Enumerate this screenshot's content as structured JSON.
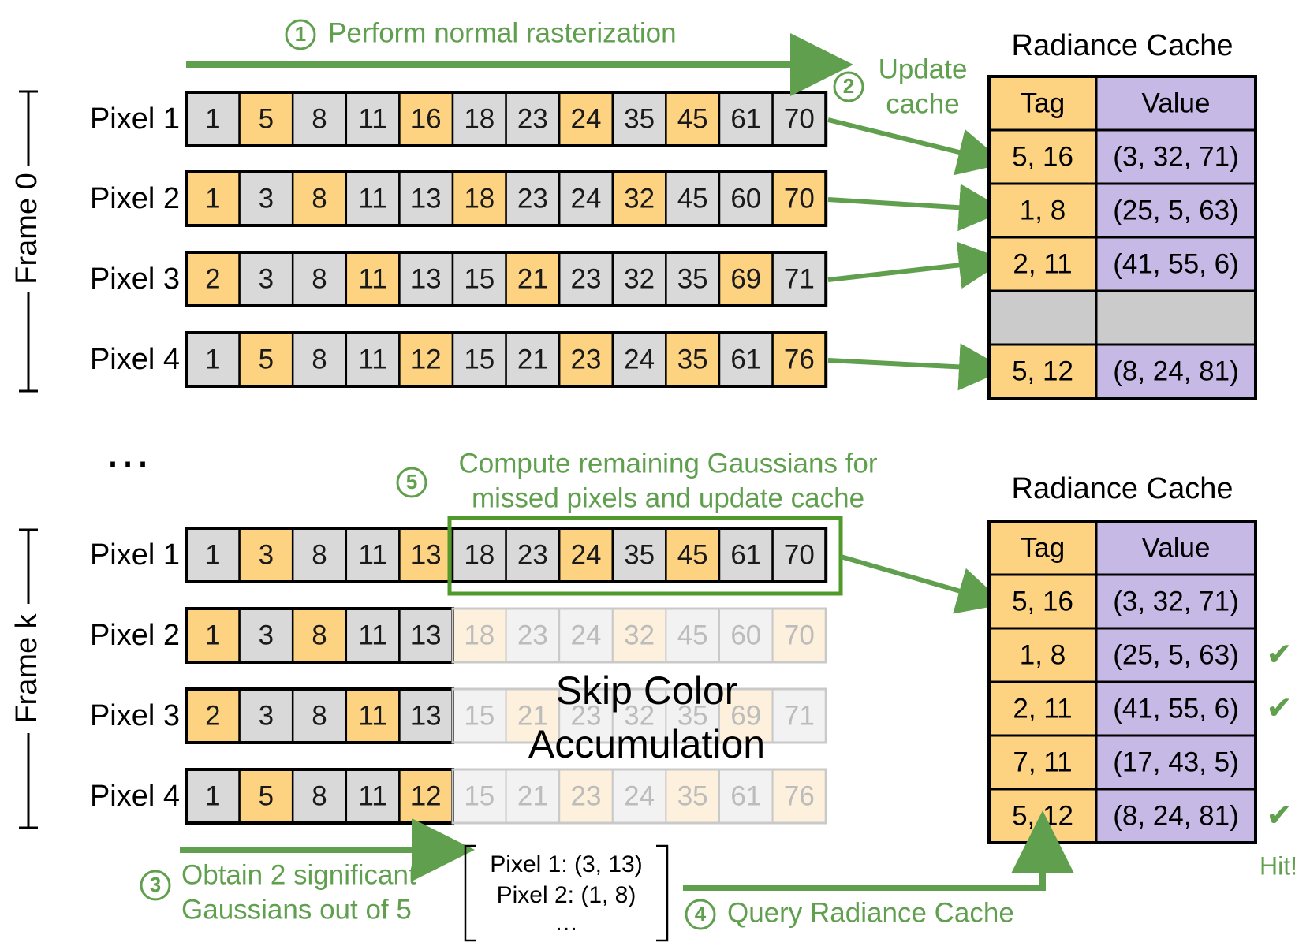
{
  "colors": {
    "highlight": "#fdd381",
    "normal": "#d9d9d9",
    "value": "#c6b9e6",
    "empty": "#cbcbcb",
    "accent": "#5f9f4d",
    "box": "#4f9a2a",
    "faded_highlight": "#fdf0dc",
    "faded_normal": "#f2f2f2",
    "faded_text": "#bcbcbc",
    "check": "#5f9f4d"
  },
  "frame0": {
    "label": "Frame 0",
    "rows": [
      {
        "label": "Pixel 1",
        "cells": [
          1,
          5,
          8,
          11,
          16,
          18,
          23,
          24,
          35,
          45,
          61,
          70
        ],
        "highlight": [
          1,
          4,
          7,
          9
        ]
      },
      {
        "label": "Pixel 2",
        "cells": [
          1,
          3,
          8,
          11,
          13,
          18,
          23,
          24,
          32,
          45,
          60,
          70
        ],
        "highlight": [
          0,
          2,
          5,
          8,
          11
        ]
      },
      {
        "label": "Pixel 3",
        "cells": [
          2,
          3,
          8,
          11,
          13,
          15,
          21,
          23,
          32,
          35,
          69,
          71
        ],
        "highlight": [
          0,
          3,
          6,
          10
        ]
      },
      {
        "label": "Pixel 4",
        "cells": [
          1,
          5,
          8,
          11,
          12,
          15,
          21,
          23,
          24,
          35,
          61,
          76
        ],
        "highlight": [
          1,
          4,
          7,
          9,
          11
        ]
      }
    ]
  },
  "framek": {
    "label": "Frame k",
    "rows": [
      {
        "label": "Pixel 1",
        "cells": [
          1,
          3,
          8,
          11,
          13,
          18,
          23,
          24,
          35,
          45,
          61,
          70
        ],
        "highlight": [
          1,
          4,
          7,
          9
        ]
      },
      {
        "label": "Pixel 2",
        "cells": [
          1,
          3,
          8,
          11,
          13,
          18,
          23,
          24,
          32,
          45,
          60,
          70
        ],
        "highlight": [
          0,
          2,
          5,
          8,
          11
        ]
      },
      {
        "label": "Pixel 3",
        "cells": [
          2,
          3,
          8,
          11,
          13,
          15,
          21,
          23,
          32,
          35,
          69,
          71
        ],
        "highlight": [
          0,
          3,
          6,
          10
        ]
      },
      {
        "label": "Pixel 4",
        "cells": [
          1,
          5,
          8,
          11,
          12,
          15,
          21,
          23,
          24,
          35,
          61,
          76
        ],
        "highlight": [
          1,
          4,
          7,
          9,
          11
        ]
      }
    ]
  },
  "ellipsis": "…",
  "steps": {
    "s1": {
      "num": "1",
      "text": "Perform normal rasterization"
    },
    "s2": {
      "num": "2",
      "line1": "Update",
      "line2": "cache"
    },
    "s3": {
      "num": "3",
      "line1": "Obtain 2 significant",
      "line2": "Gaussians out of 5"
    },
    "s4": {
      "num": "4",
      "text": "Query Radiance Cache"
    },
    "s5": {
      "num": "5",
      "line1": "Compute remaining Gaussians for",
      "line2": "missed pixels and update cache"
    }
  },
  "skip": {
    "line1": "Skip Color",
    "line2": "Accumulation"
  },
  "query": {
    "line1": "Pixel 1: (3, 13)",
    "line2": "Pixel 2: (1,  8)",
    "line3": "…"
  },
  "cache_top": {
    "title": "Radiance Cache",
    "header_tag": "Tag",
    "header_value": "Value",
    "rows": [
      {
        "tag": "5, 16",
        "value": "(3, 32, 71)"
      },
      {
        "tag": "1, 8",
        "value": "(25, 5, 63)"
      },
      {
        "tag": "2, 11",
        "value": "(41, 55, 6)"
      },
      {
        "tag": "",
        "value": ""
      },
      {
        "tag": "5, 12",
        "value": "(8, 24, 81)"
      }
    ]
  },
  "cache_bottom": {
    "title": "Radiance Cache",
    "header_tag": "Tag",
    "header_value": "Value",
    "rows": [
      {
        "tag": "5, 16",
        "value": "(3, 32, 71)",
        "hit": false
      },
      {
        "tag": "1, 8",
        "value": "(25, 5, 63)",
        "hit": true
      },
      {
        "tag": "2, 11",
        "value": "(41, 55, 6)",
        "hit": true
      },
      {
        "tag": "7, 11",
        "value": "(17, 43, 5)",
        "hit": false
      },
      {
        "tag": "5, 12",
        "value": "(8, 24, 81)",
        "hit": true
      }
    ],
    "check_mark": "✔",
    "hit_label": "Hit!"
  }
}
